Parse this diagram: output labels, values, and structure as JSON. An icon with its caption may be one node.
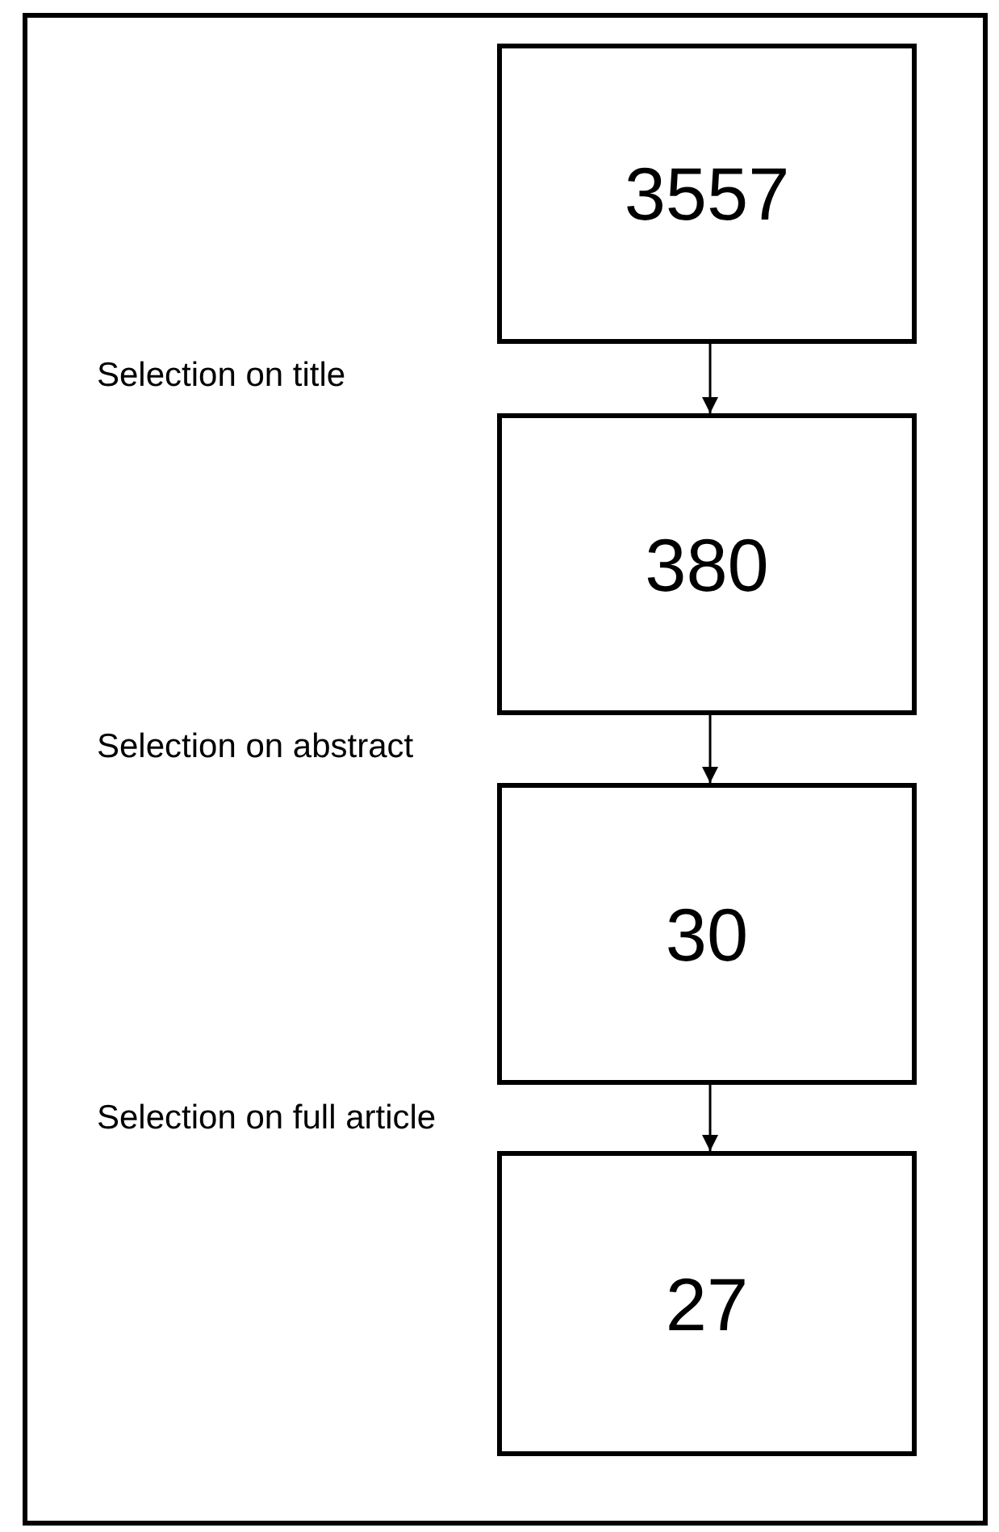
{
  "diagram": {
    "nodes": [
      {
        "text": [
          "3557"
        ]
      },
      {
        "text": [
          "380"
        ]
      },
      {
        "text": [
          "30"
        ]
      },
      {
        "text": [
          "27"
        ]
      }
    ],
    "edges": [
      {
        "from": 0,
        "to": 1,
        "arrow": "to"
      },
      {
        "from": 1,
        "to": 2,
        "arrow": "to"
      },
      {
        "from": 2,
        "to": 3,
        "arrow": "to"
      }
    ],
    "labels": [
      "Selection on title",
      "Selection on abstract",
      "Selection on full article"
    ]
  }
}
